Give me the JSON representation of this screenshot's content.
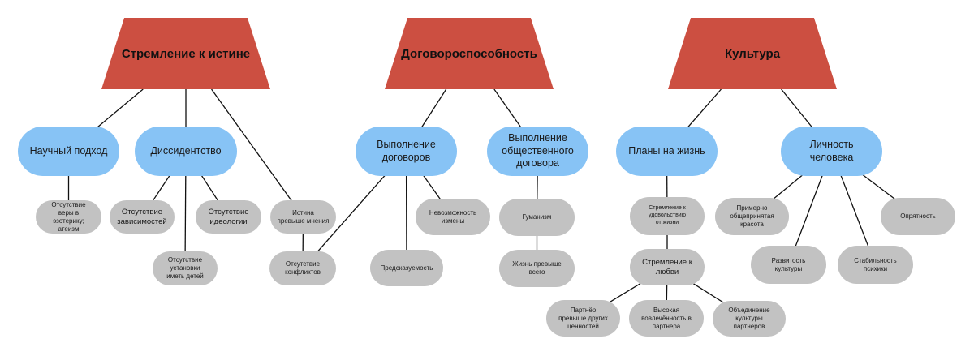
{
  "colors": {
    "category": "#cc4f41",
    "subcategory": "#87c3f5",
    "leaf": "#c2c2c2",
    "link": "#111111"
  },
  "categories": [
    {
      "id": "c1",
      "label": "Стремление к истине"
    },
    {
      "id": "c2",
      "label": "Договороспособность"
    },
    {
      "id": "c3",
      "label": "Культура"
    }
  ],
  "subcategories": [
    {
      "id": "s1",
      "label": "Научный подход"
    },
    {
      "id": "s2",
      "label": "Диссидентство"
    },
    {
      "id": "s3",
      "label": "Выполнение\nдоговоров"
    },
    {
      "id": "s4",
      "label": "Выполнение\nобщественного\nдоговора"
    },
    {
      "id": "s5",
      "label": "Планы на жизнь"
    },
    {
      "id": "s6",
      "label": "Личность человека"
    }
  ],
  "leaves": [
    {
      "id": "l1",
      "label": "Отсутствие\nверы в эзотерику;\nатеизм"
    },
    {
      "id": "l2",
      "label": "Отсутствие\nзависимостей"
    },
    {
      "id": "l3",
      "label": "Отсутствие\nидеологии"
    },
    {
      "id": "l4",
      "label": "Отсутствие\nустановки\nиметь детей"
    },
    {
      "id": "l5",
      "label": "Истина\nпревыше мнения"
    },
    {
      "id": "l6",
      "label": "Отсутствие\nконфликтов"
    },
    {
      "id": "l7",
      "label": "Невозможность\nизмены"
    },
    {
      "id": "l8",
      "label": "Предсказуемость"
    },
    {
      "id": "l9",
      "label": "Гуманизм"
    },
    {
      "id": "l10",
      "label": "Жизнь превыше\nвсего"
    },
    {
      "id": "l11",
      "label": "Стремление к\nудовольствию\nот жизни"
    },
    {
      "id": "l12",
      "label": "Стремление к\nлюбви"
    },
    {
      "id": "l13",
      "label": "Партнёр\nпревыше других\nценностей"
    },
    {
      "id": "l14",
      "label": "Высокая\nвовлечённость в\nпартнёра"
    },
    {
      "id": "l15",
      "label": "Объединение\nкультуры\nпартнёров"
    },
    {
      "id": "l16",
      "label": "Примерно\nобщепринятая\nкрасота"
    },
    {
      "id": "l17",
      "label": "Опрятность"
    },
    {
      "id": "l18",
      "label": "Развитость\nкультуры"
    },
    {
      "id": "l19",
      "label": "Стабильность\nпсихики"
    }
  ],
  "edges": [
    [
      "c1",
      "s1"
    ],
    [
      "c1",
      "s2"
    ],
    [
      "c1",
      "l5"
    ],
    [
      "s1",
      "l1"
    ],
    [
      "s2",
      "l2"
    ],
    [
      "s2",
      "l3"
    ],
    [
      "s2",
      "l4"
    ],
    [
      "l5",
      "l6"
    ],
    [
      "c2",
      "s3"
    ],
    [
      "c2",
      "s4"
    ],
    [
      "s3",
      "l6"
    ],
    [
      "s3",
      "l8"
    ],
    [
      "s3",
      "l7"
    ],
    [
      "s4",
      "l9"
    ],
    [
      "l9",
      "l10"
    ],
    [
      "c3",
      "s5"
    ],
    [
      "c3",
      "s6"
    ],
    [
      "s5",
      "l11"
    ],
    [
      "l11",
      "l12"
    ],
    [
      "l12",
      "l13"
    ],
    [
      "l12",
      "l14"
    ],
    [
      "l12",
      "l15"
    ],
    [
      "s6",
      "l16"
    ],
    [
      "s6",
      "l18"
    ],
    [
      "s6",
      "l19"
    ],
    [
      "s6",
      "l17"
    ]
  ]
}
